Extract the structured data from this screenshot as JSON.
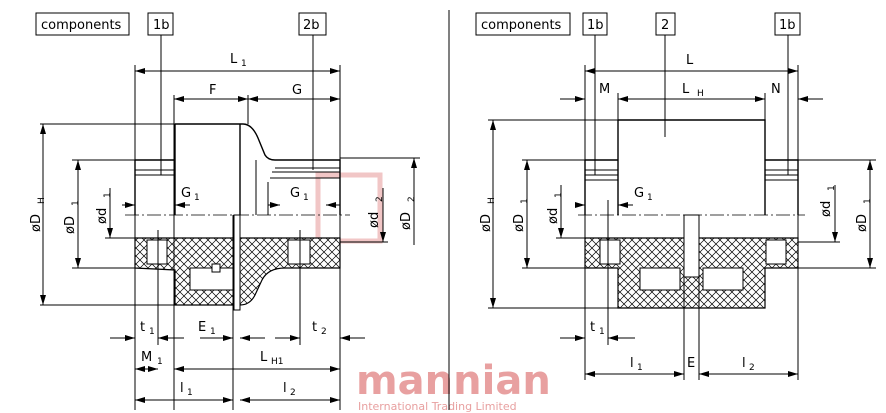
{
  "left": {
    "callouts": [
      "components",
      "1b",
      "2b"
    ],
    "dims": {
      "L1": {
        "main": "L",
        "sub": "1"
      },
      "F": {
        "main": "F",
        "sub": ""
      },
      "G": {
        "main": "G",
        "sub": ""
      },
      "G1a": {
        "main": "G",
        "sub": "1"
      },
      "G1b": {
        "main": "G",
        "sub": "1"
      },
      "DH": {
        "main": "øD",
        "sub": "H"
      },
      "D1": {
        "main": "øD",
        "sub": "1"
      },
      "d1": {
        "main": "ød",
        "sub": "1"
      },
      "d2": {
        "main": "ød",
        "sub": "2"
      },
      "D2": {
        "main": "øD",
        "sub": "2"
      },
      "t1": {
        "main": "t",
        "sub": "1"
      },
      "E1": {
        "main": "E",
        "sub": "1"
      },
      "t2": {
        "main": "t",
        "sub": "2"
      },
      "M1": {
        "main": "M",
        "sub": "1"
      },
      "LH1": {
        "main": "L",
        "sub": "H1"
      },
      "l1": {
        "main": "l",
        "sub": "1"
      },
      "l2": {
        "main": "l",
        "sub": "2"
      }
    }
  },
  "right": {
    "callouts": [
      "components",
      "1b",
      "2",
      "1b"
    ],
    "dims": {
      "L": {
        "main": "L",
        "sub": ""
      },
      "M": {
        "main": "M",
        "sub": ""
      },
      "LH": {
        "main": "L",
        "sub": "H"
      },
      "N": {
        "main": "N",
        "sub": ""
      },
      "G1": {
        "main": "G",
        "sub": "1"
      },
      "DH": {
        "main": "øD",
        "sub": "H"
      },
      "D1": {
        "main": "øD",
        "sub": "1"
      },
      "d1": {
        "main": "ød",
        "sub": "1"
      },
      "d1r": {
        "main": "ød",
        "sub": "1"
      },
      "D1r": {
        "main": "øD",
        "sub": "1"
      },
      "t1": {
        "main": "t",
        "sub": "1"
      },
      "l1": {
        "main": "l",
        "sub": "1"
      },
      "E": {
        "main": "E",
        "sub": ""
      },
      "l2": {
        "main": "l",
        "sub": "2"
      }
    }
  },
  "watermark": {
    "brand": "mannian",
    "tagline": "International Trading Limited"
  }
}
